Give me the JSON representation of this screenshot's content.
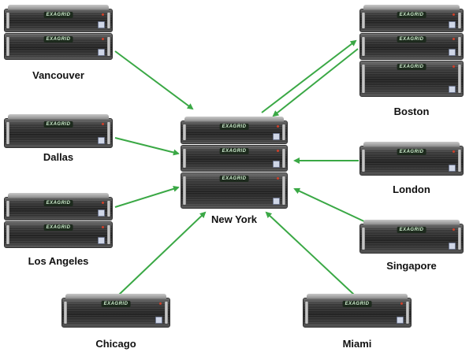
{
  "diagram": {
    "hub": {
      "name": "New York",
      "units": 3
    },
    "sites": [
      {
        "id": "vancouver",
        "name": "Vancouver",
        "units": 2,
        "direction": "to-hub"
      },
      {
        "id": "dallas",
        "name": "Dallas",
        "units": 1,
        "direction": "to-hub"
      },
      {
        "id": "los-angeles",
        "name": "Los Angeles",
        "units": 2,
        "direction": "to-hub"
      },
      {
        "id": "chicago",
        "name": "Chicago",
        "units": 1,
        "direction": "to-hub"
      },
      {
        "id": "miami",
        "name": "Miami",
        "units": 1,
        "direction": "to-hub"
      },
      {
        "id": "singapore",
        "name": "Singapore",
        "units": 1,
        "direction": "to-hub"
      },
      {
        "id": "london",
        "name": "London",
        "units": 1,
        "direction": "to-hub"
      },
      {
        "id": "boston",
        "name": "Boston",
        "units": 3,
        "direction": "both"
      }
    ],
    "server_brand": "EXAGRID",
    "arrow_color": "#3aa845"
  }
}
